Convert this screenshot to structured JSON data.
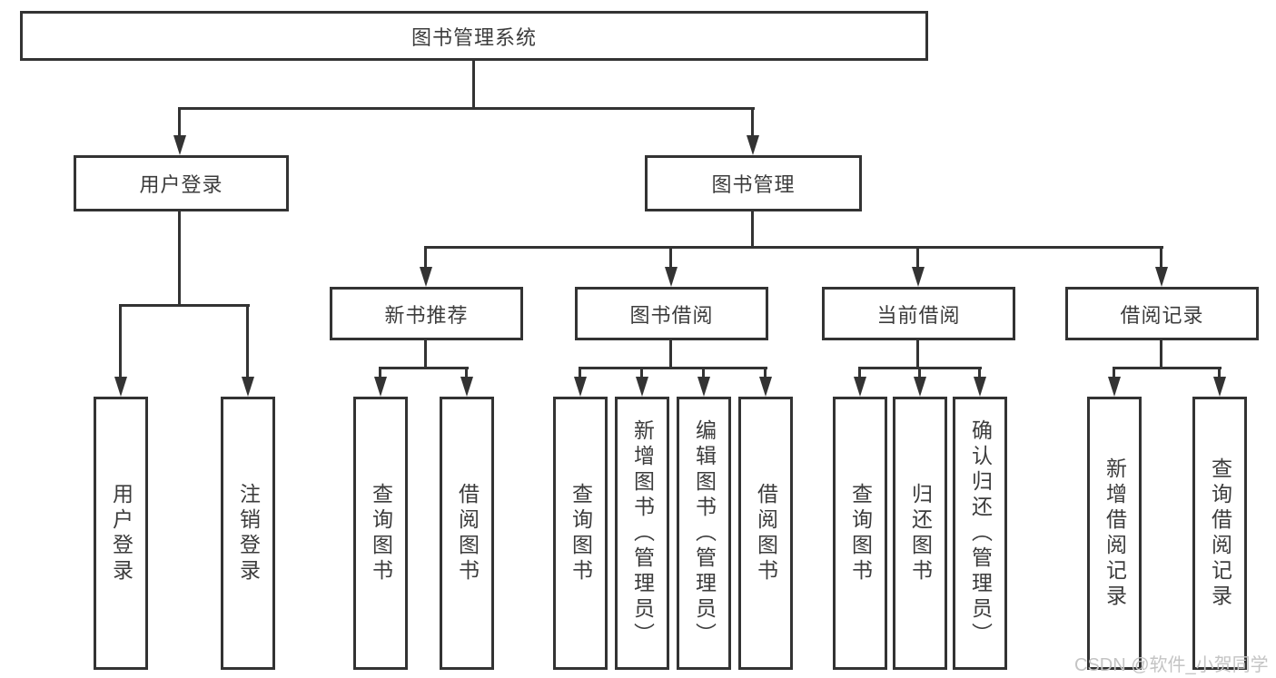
{
  "tree": {
    "label": "图书管理系统",
    "children": [
      {
        "label": "用户登录",
        "children": [
          {
            "label": "用户登录"
          },
          {
            "label": "注销登录"
          }
        ]
      },
      {
        "label": "图书管理",
        "children": [
          {
            "label": "新书推荐",
            "children": [
              {
                "label": "查询图书"
              },
              {
                "label": "借阅图书"
              }
            ]
          },
          {
            "label": "图书借阅",
            "children": [
              {
                "label": "查询图书"
              },
              {
                "label": "新增图书（管理员）"
              },
              {
                "label": "编辑图书（管理员）"
              },
              {
                "label": "借阅图书"
              }
            ]
          },
          {
            "label": "当前借阅",
            "children": [
              {
                "label": "查询图书"
              },
              {
                "label": "归还图书"
              },
              {
                "label": "确认归还（管理员）"
              }
            ]
          },
          {
            "label": "借阅记录",
            "children": [
              {
                "label": "新增借阅记录"
              },
              {
                "label": "查询借阅记录"
              }
            ]
          }
        ]
      }
    ]
  },
  "watermark": "CSDN @软件_小贺同学",
  "colors": {
    "line": "#333333",
    "text": "#3c3c3c",
    "background": "#ffffff",
    "watermark": "#c4c4c4"
  }
}
